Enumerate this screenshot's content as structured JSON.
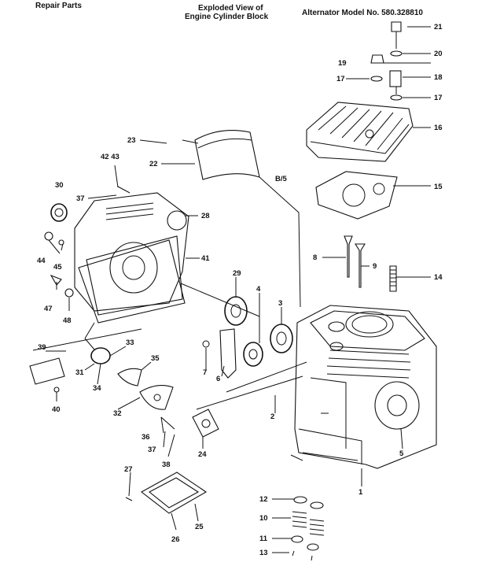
{
  "header": {
    "left": "Repair Parts",
    "center_line1": "Exploded View of",
    "center_line2": "Engine Cylinder Block",
    "right": "Alternator Model No. 580.328810"
  },
  "annotation": "B/5",
  "callouts": [
    "21",
    "20",
    "19",
    "18",
    "17",
    "17",
    "16",
    "15",
    "14",
    "23",
    "22",
    "42 43",
    "37",
    "30",
    "28",
    "41",
    "44",
    "45",
    "47",
    "48",
    "29",
    "4",
    "3",
    "8",
    "9",
    "39",
    "33",
    "31",
    "34",
    "35",
    "32",
    "7",
    "6",
    "36",
    "37",
    "38",
    "24",
    "2",
    "5",
    "1",
    "27",
    "25",
    "26",
    "12",
    "10",
    "11",
    "13",
    "40"
  ]
}
